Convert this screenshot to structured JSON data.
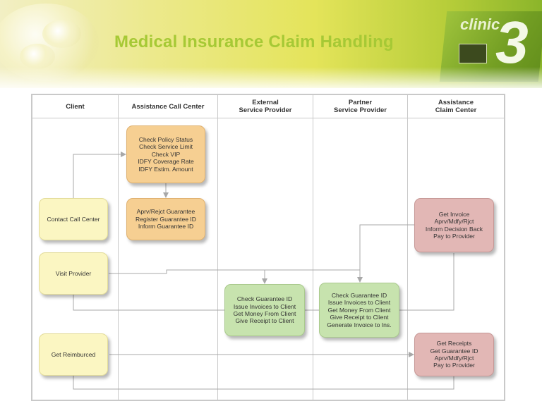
{
  "title": "Medical Insurance Claim Handling",
  "sign": {
    "word": "clinic",
    "number": "3"
  },
  "lanes": [
    {
      "label": "Client"
    },
    {
      "label": "Assistance Call Center"
    },
    {
      "label": "External\nService Provider"
    },
    {
      "label": "Partner\nService Provider"
    },
    {
      "label": "Assistance\nClaim Center"
    }
  ],
  "boxes": {
    "check_policy": "Check Policy Status\nCheck Service Limit\nCheck VIP\nIDFY Coverage Rate\nIDFY Estim. Amount",
    "approve_guarantee": "Aprv/Rejct Guarantee\nRegister Guarantee ID\nInform Guarantee ID",
    "contact_call_center": "Contact Call Center",
    "visit_provider": "Visit Provider",
    "get_reimbursed": "Get Reimburced",
    "external_check": "Check Guarantee ID\nIssue Invoices to Client\nGet Money From Client\nGive Receipt to Client",
    "partner_check": "Check Guarantee ID\nIssue Invoices to Client\nGet Money From Client\nGive Receipt to Client\nGenerate Invoice to Ins.",
    "get_invoice": "Get Invoice\nAprv/Mdfy/Rjct\nInform Decision Back\nPay to Provider",
    "get_receipts": "Get Receipts\nGet Guarantee ID\nAprv/Mdfy/Rjct\nPay to Provider"
  },
  "colors": {
    "title": "#a6c935",
    "yellow_box": "#fbf6c2",
    "orange_box": "#f6cf92",
    "green_box": "#c7e3ae",
    "pink_box": "#e2b7b5",
    "connector": "#a8a8a8"
  }
}
